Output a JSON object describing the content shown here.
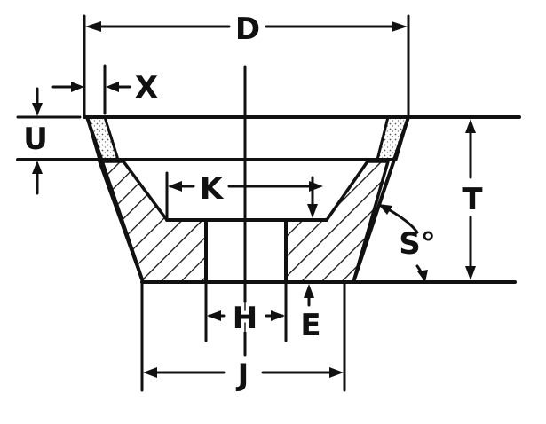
{
  "labels": {
    "D": "D",
    "X": "X",
    "U": "U",
    "K": "K",
    "T": "T",
    "S": "S°",
    "H": "H",
    "E": "E",
    "J": "J"
  },
  "colors": {
    "ink": "#111111",
    "paper": "#ffffff"
  }
}
